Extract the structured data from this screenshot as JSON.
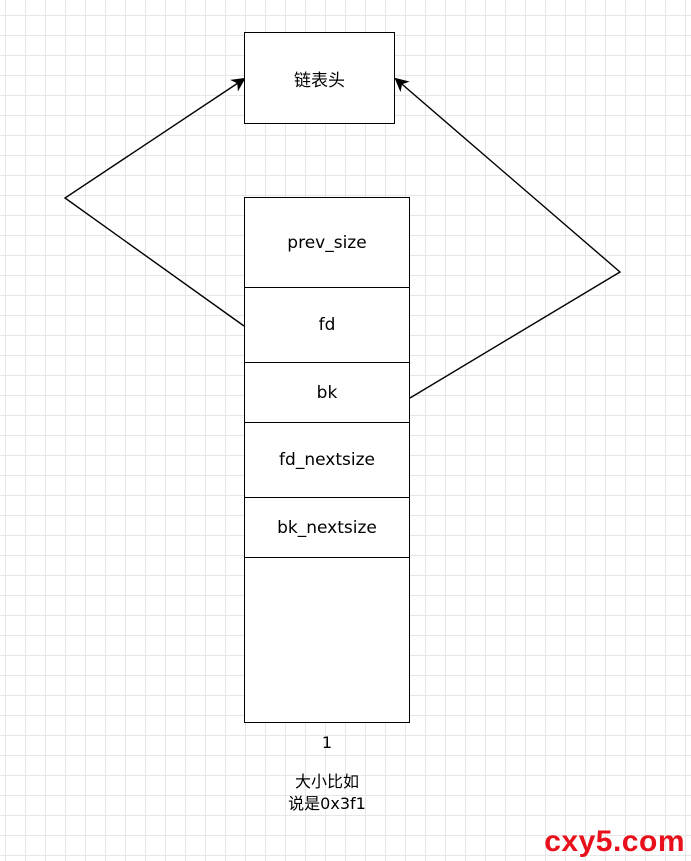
{
  "diagram": {
    "head_label": "链表头",
    "chunk_fields": [
      "prev_size",
      "fd",
      "bk",
      "fd_nextsize",
      "bk_nextsize",
      ""
    ],
    "chunk_number": "1",
    "size_note_line1": "大小比如",
    "size_note_line2": "说是0x3f1"
  },
  "watermark": {
    "text": "cxy5.com",
    "color": "#e8111b"
  }
}
